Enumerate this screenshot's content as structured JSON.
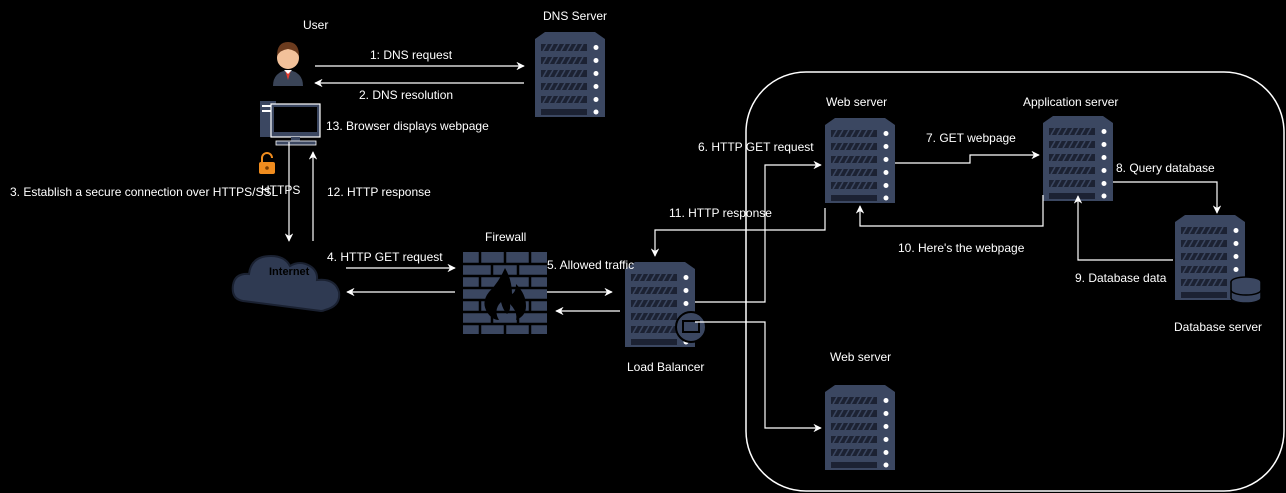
{
  "colors": {
    "background": "#000000",
    "edge": "#ffffff",
    "server_body": "#3b4761",
    "server_slot": "#1c2233",
    "cloud": "#2f3a52",
    "firewall_fire": "#000000",
    "lock": "#f08c1e"
  },
  "nodes": {
    "user": "User",
    "dns_server": "DNS Server",
    "internet": "Internet",
    "https": "HTTPS",
    "firewall": "Firewall",
    "load_balancer": "Load Balancer",
    "web_server_1": "Web server",
    "web_server_2": "Web server",
    "app_server": "Application server",
    "db_server": "Database server"
  },
  "edges": {
    "e1": "1: DNS request",
    "e2": "2. DNS resolution",
    "e3": "3. Establish a secure connection over HTTPS/SSL",
    "e4": "4. HTTP GET request",
    "e5": "5. Allowed traffic",
    "e6": "6. HTTP GET request",
    "e7": "7. GET webpage",
    "e8": "8. Query database",
    "e9": "9. Database data",
    "e10": "10. Here's the webpage",
    "e11": "11. HTTP response",
    "e12": "12. HTTP response",
    "e13": "13. Browser displays webpage"
  },
  "icons": {
    "user": "user-icon",
    "computer": "desktop-computer-icon",
    "lock": "lock-icon",
    "cloud": "cloud-icon",
    "firewall": "firewall-icon",
    "server": "server-icon",
    "database": "database-icon"
  }
}
